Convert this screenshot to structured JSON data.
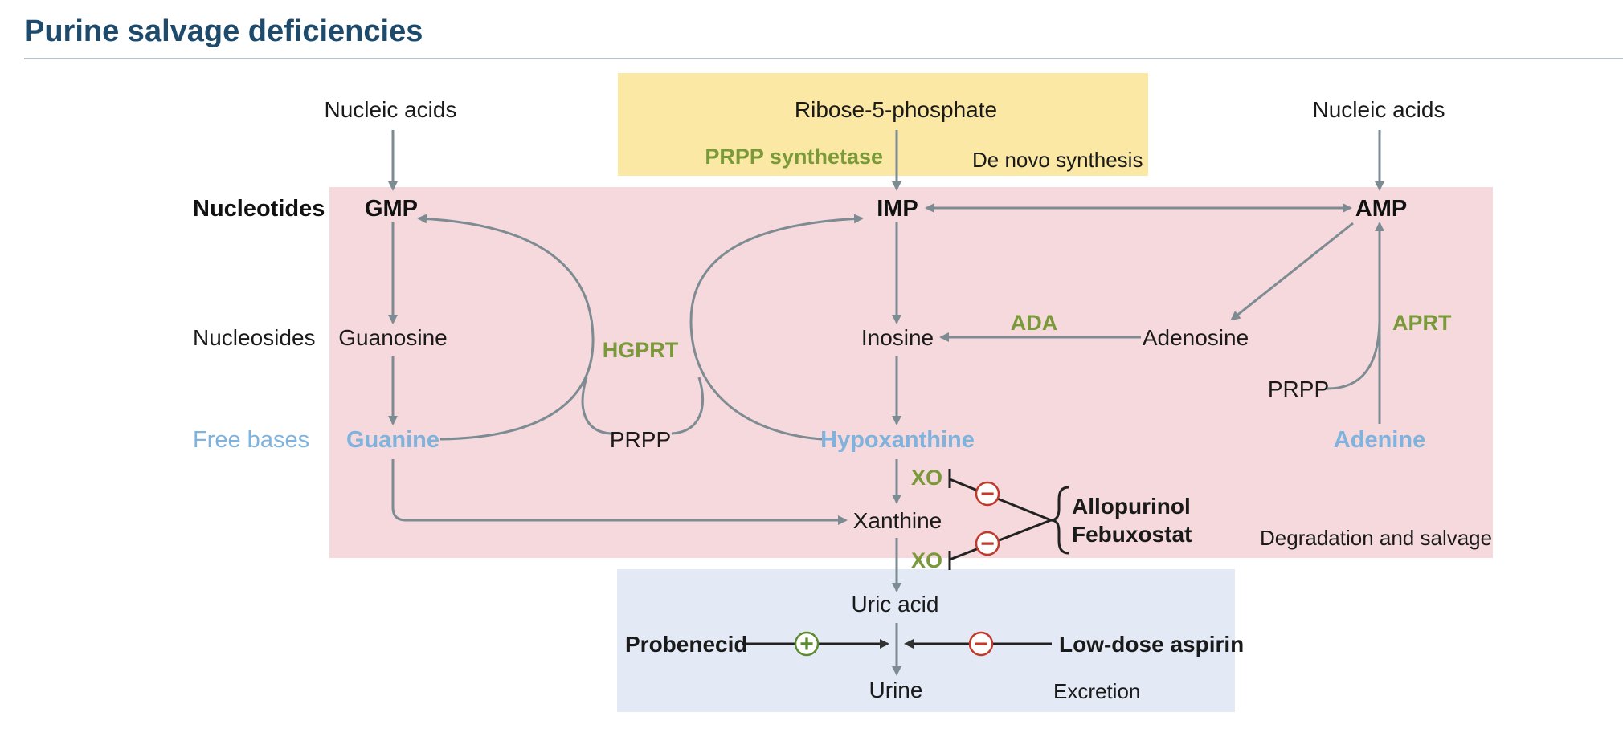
{
  "title": "Purine salvage deficiencies",
  "regions": {
    "denovo": "De novo synthesis",
    "degradation": "Degradation and salvage",
    "excretion": "Excretion"
  },
  "row_labels": {
    "nucleotides": "Nucleotides",
    "nucleosides": "Nucleosides",
    "free_bases": "Free bases"
  },
  "nodes": {
    "nucleic_acids_left": "Nucleic acids",
    "nucleic_acids_right": "Nucleic acids",
    "ribose": "Ribose-5-phosphate",
    "gmp": "GMP",
    "imp": "IMP",
    "amp": "AMP",
    "guanosine": "Guanosine",
    "inosine": "Inosine",
    "adenosine": "Adenosine",
    "guanine": "Guanine",
    "hypoxanthine": "Hypoxanthine",
    "adenine": "Adenine",
    "prpp_center": "PRPP",
    "prpp_right": "PRPP",
    "xanthine": "Xanthine",
    "uric_acid": "Uric acid",
    "urine": "Urine"
  },
  "enzymes": {
    "prpp_synthetase": "PRPP synthetase",
    "hgprt": "HGPRT",
    "ada": "ADA",
    "aprt": "APRT",
    "xo_top": "XO",
    "xo_bottom": "XO"
  },
  "drugs": {
    "allopurinol": "Allopurinol",
    "febuxostat": "Febuxostat",
    "probenecid": "Probenecid",
    "aspirin": "Low-dose aspirin"
  },
  "signs": {
    "xo_top_inhibit": "−",
    "xo_bottom_inhibit": "−",
    "probenecid_effect": "+",
    "aspirin_effect": "−"
  },
  "colors": {
    "arrow": "#7d8b92",
    "free_base": "#7fb3de",
    "enzyme": "#7a9a3a",
    "inhibit": "#c0392b",
    "stimulate": "#5c8a2e",
    "denovo_bg": "#fbe8a4",
    "degradation_bg": "#f6d9dc",
    "excretion_bg": "#e3e9f5",
    "title": "#1e4a6b"
  }
}
